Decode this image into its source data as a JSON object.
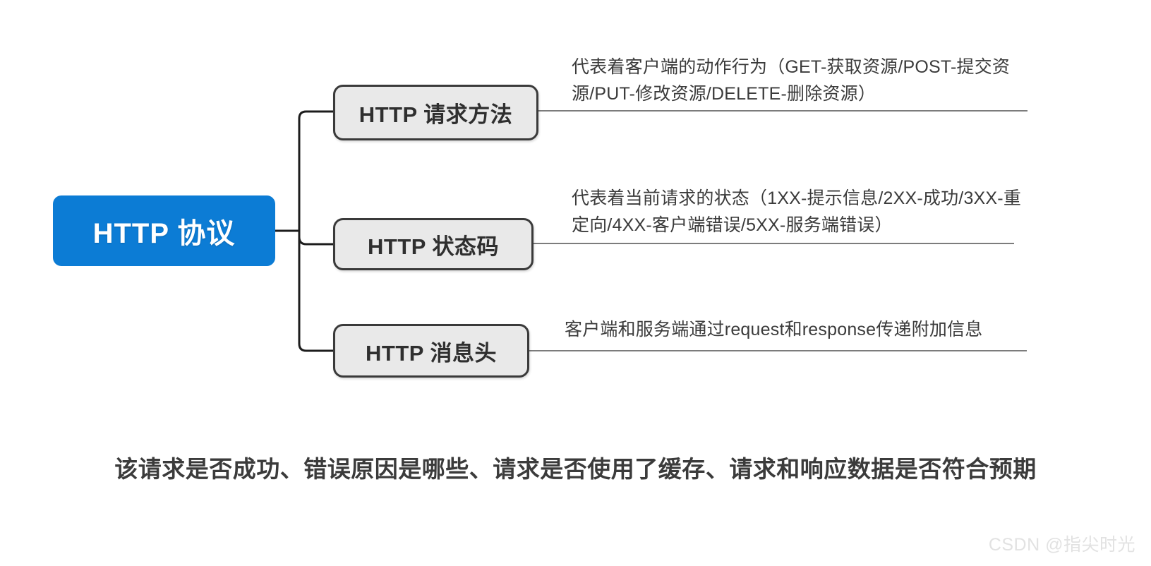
{
  "diagram": {
    "type": "mindmap",
    "root": {
      "label": "HTTP 协议",
      "color": "#0c7cd5",
      "text_color": "#ffffff"
    },
    "branches": [
      {
        "id": "method",
        "label": "HTTP 请求方法",
        "annotation": "代表着客户端的动作行为（GET-获取资源/POST-提交资源/PUT-修改资源/DELETE-删除资源）"
      },
      {
        "id": "status",
        "label": "HTTP 状态码",
        "annotation": "代表着当前请求的状态（1XX-提示信息/2XX-成功/3XX-重定向/4XX-客户端错误/5XX-服务端错误）"
      },
      {
        "id": "headers",
        "label": "HTTP 消息头",
        "annotation": "客户端和服务端通过request和response传递附加信息"
      }
    ],
    "node_fill": "#e9e9e9",
    "node_border": "#3a3a3a",
    "connector_color": "#1c1c1c"
  },
  "footer": {
    "text": "该请求是否成功、错误原因是哪些、请求是否使用了缓存、请求和响应数据是否符合预期"
  },
  "watermark": {
    "text": "CSDN @指尖时光"
  }
}
